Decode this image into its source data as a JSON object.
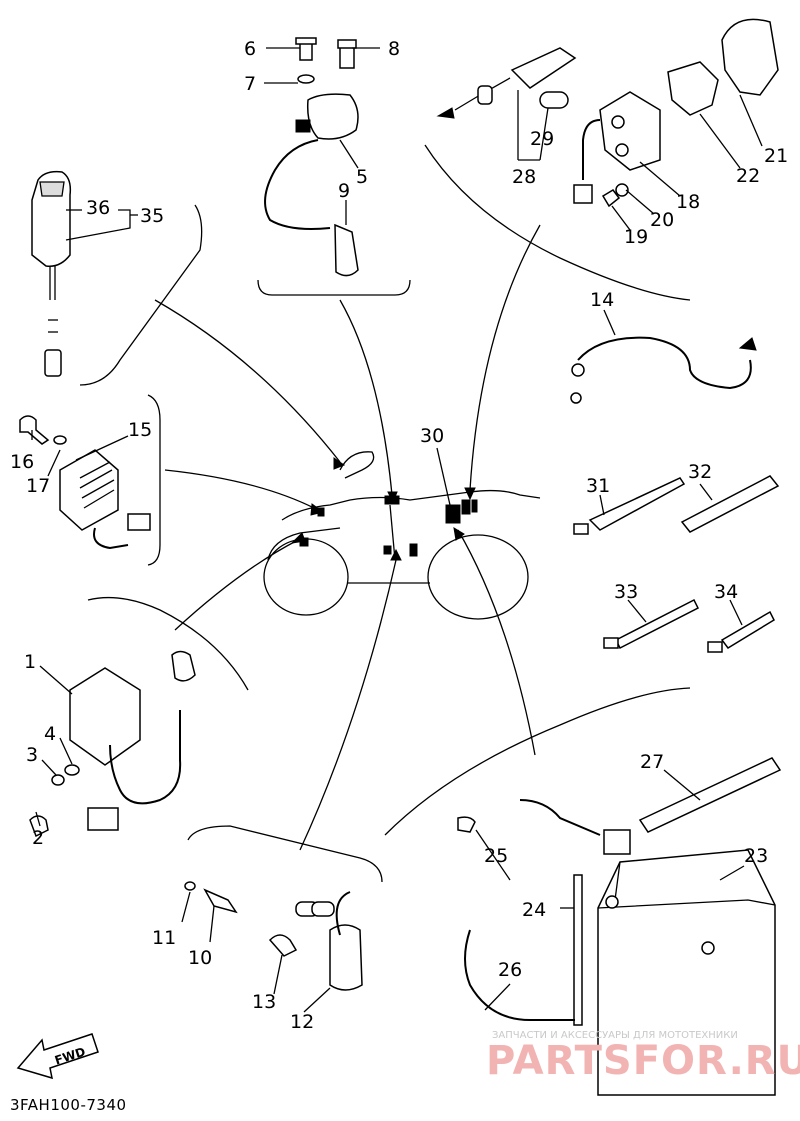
{
  "diagram_code": "3FAH100-7340",
  "fwd_label": "FWD",
  "watermark": {
    "small": "ЗАПЧАСТИ И АКСЕССУАРЫ ДЛЯ МОТОТЕХНИКИ",
    "big": "PARTSFOR.RU"
  },
  "callouts": {
    "c1": "1",
    "c2": "2",
    "c3": "3",
    "c4": "4",
    "c5": "5",
    "c6": "6",
    "c7": "7",
    "c8": "8",
    "c9": "9",
    "c10": "10",
    "c11": "11",
    "c12": "12",
    "c13": "13",
    "c14": "14",
    "c15": "15",
    "c16": "16",
    "c17": "17",
    "c18": "18",
    "c19": "19",
    "c20": "20",
    "c21": "21",
    "c22": "22",
    "c23": "23",
    "c24": "24",
    "c25": "25",
    "c26": "26",
    "c27": "27",
    "c28": "28",
    "c29": "29",
    "c30": "30",
    "c31": "31",
    "c32": "32",
    "c33": "33",
    "c34": "34",
    "c35": "35",
    "c36": "36"
  }
}
